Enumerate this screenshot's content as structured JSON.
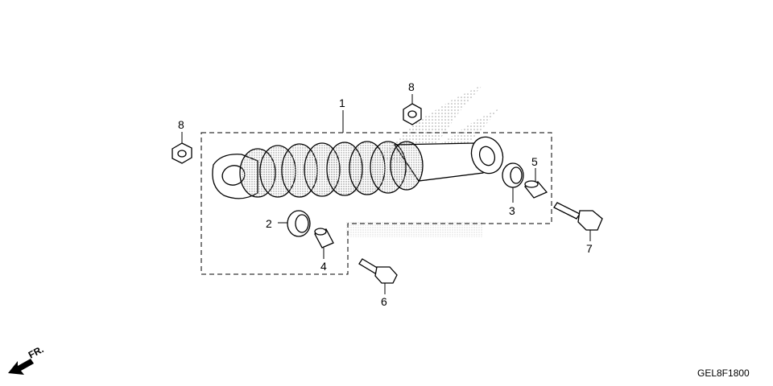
{
  "diagram": {
    "callouts": {
      "shock_absorber": "1",
      "left_collar_bushing": "2",
      "right_collar_bushing": "3",
      "left_collar": "4",
      "right_collar": "5",
      "lower_bolt": "6",
      "upper_bolt": "7",
      "left_nut": "8",
      "top_nut": "8"
    },
    "diagram_code": "GEL8F1800",
    "front_indicator": "FR."
  }
}
